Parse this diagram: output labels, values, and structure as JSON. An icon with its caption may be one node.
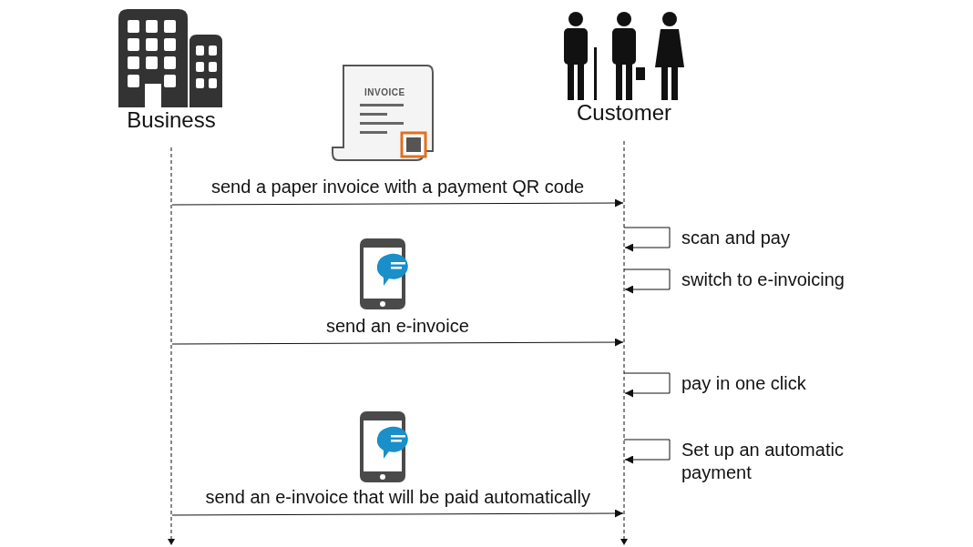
{
  "diagram": {
    "nodes": [
      {
        "text": [
          "Business"
        ]
      },
      {
        "text": [
          "Customer"
        ]
      }
    ],
    "edges": [
      {
        "from": 0,
        "to": 1,
        "arrow": "to",
        "label": "send a paper invoice with a payment QR code"
      },
      {
        "from": 1,
        "to": 1,
        "arrow": "to",
        "label": "scan and pay"
      },
      {
        "from": 1,
        "to": 1,
        "arrow": "to",
        "label": "switch to e-invoicing"
      },
      {
        "from": 0,
        "to": 1,
        "arrow": "to",
        "label": "send an e-invoice"
      },
      {
        "from": 1,
        "to": 1,
        "arrow": "to",
        "label": "pay in one click"
      },
      {
        "from": 1,
        "to": 1,
        "arrow": "to",
        "label": "Set up an automatic payment"
      },
      {
        "from": 0,
        "to": 1,
        "arrow": "to",
        "label": "send an e-invoice that will be paid automatically"
      }
    ],
    "labels": [
      "INVOICE"
    ]
  }
}
